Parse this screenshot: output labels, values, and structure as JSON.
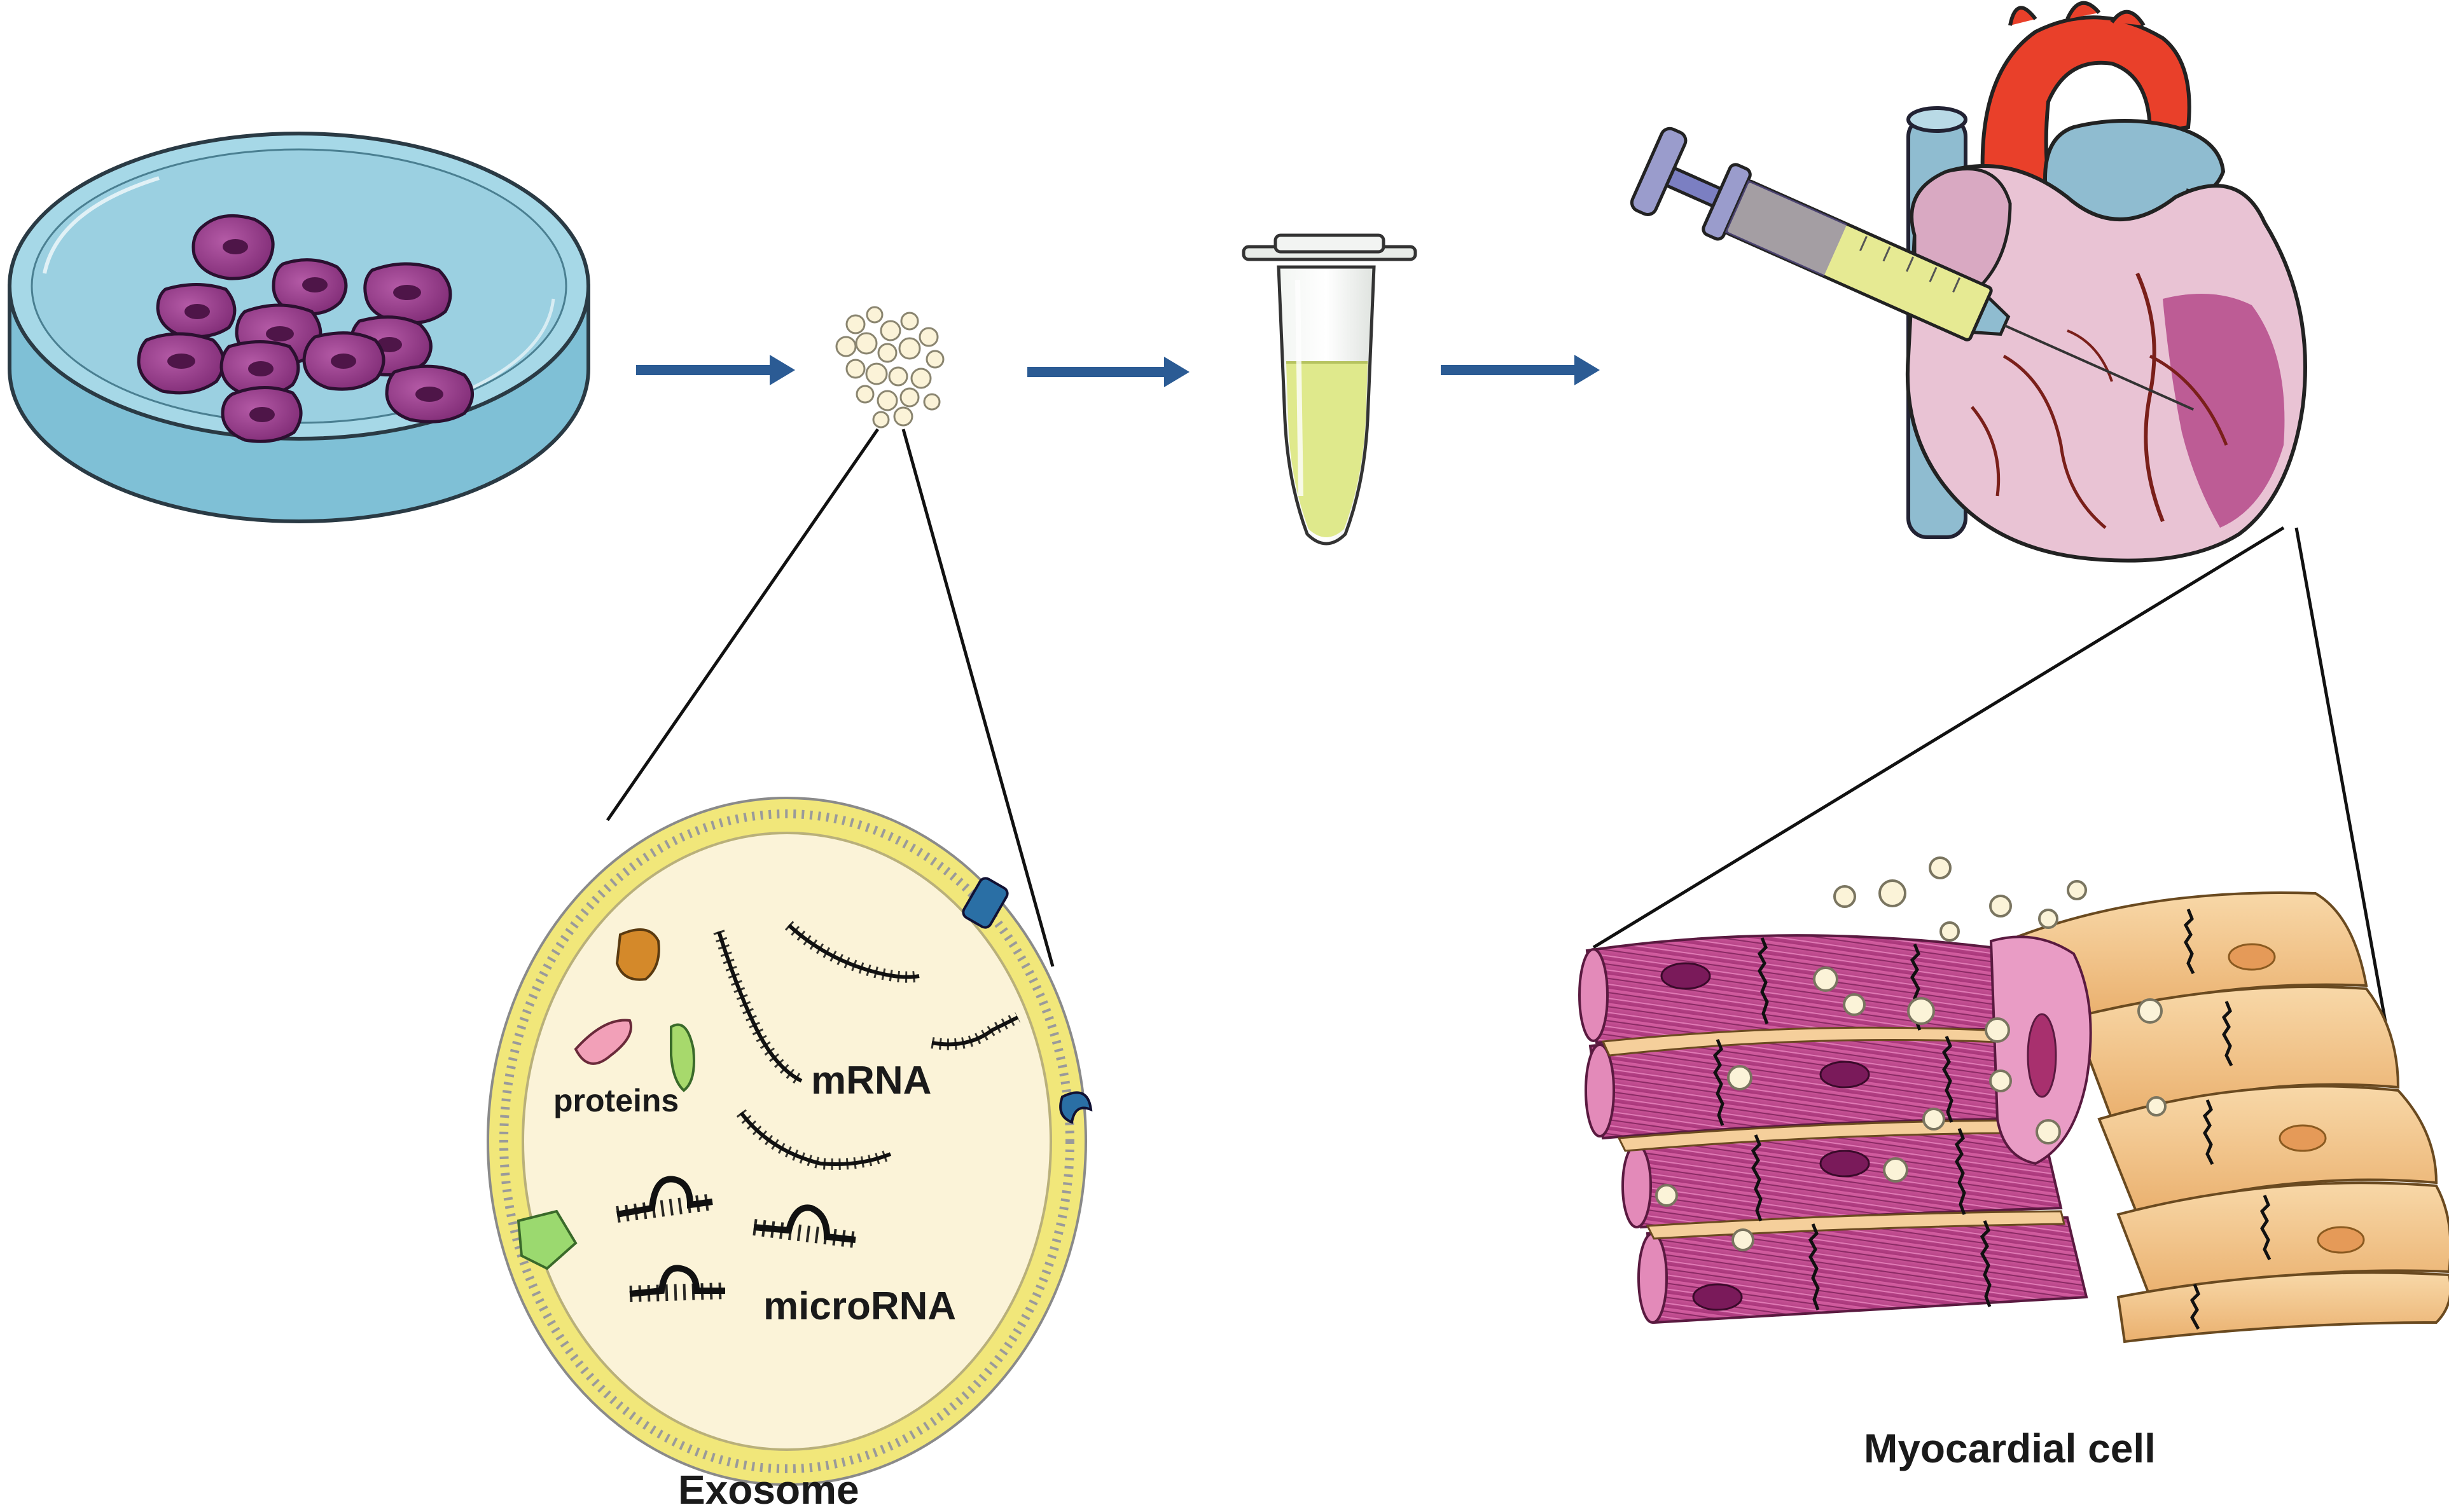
{
  "labels": {
    "proteins": "proteins",
    "mrna": "mRNA",
    "microrna": "microRNA",
    "exosome": "Exosome",
    "myocardial_cell": "Myocardial cell"
  },
  "colors": {
    "arrow": "#2b5b94",
    "dish_fill": "#9fd3e3",
    "cell_purple": "#9c3b8e",
    "exosome_interior": "#fbf3d8",
    "membrane_head": "#f1e77a",
    "tube_liquid": "#dfe98c",
    "syringe_liquid": "#e6ea93",
    "heart_body": "#e9c3d4",
    "aorta_red": "#e9402a",
    "vessel_blue": "#8fbcd0",
    "muscle_pink": "#c4478f",
    "muscle_tan": "#f3c88e"
  },
  "icons": [
    "petri-dish-icon",
    "exosome-cluster-icon",
    "microtube-icon",
    "heart-icon",
    "syringe-icon",
    "muscle-fiber-icon"
  ]
}
